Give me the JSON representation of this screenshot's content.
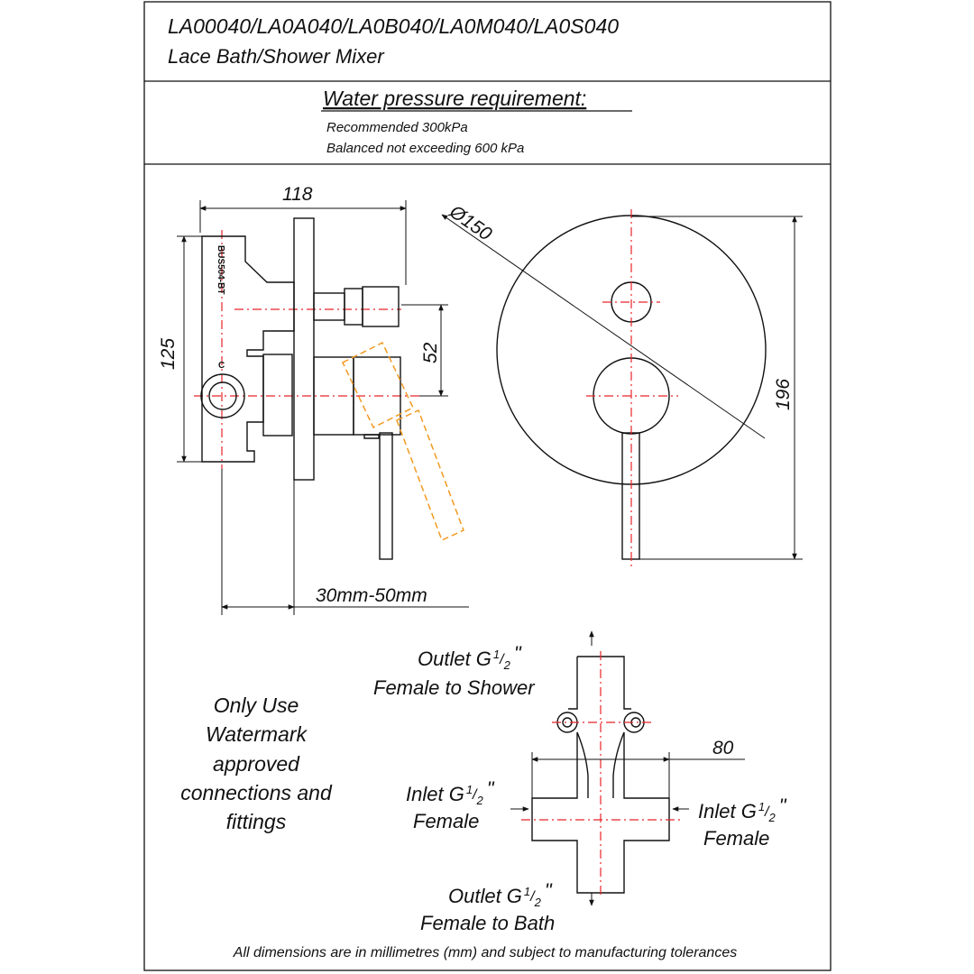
{
  "header": {
    "model_codes": "LA00040/LA0A040/LA0B040/LA0M040/LA0S040",
    "product_name": "Lace Bath/Shower Mixer"
  },
  "pressure": {
    "heading": "Water pressure requirement:",
    "recommended": "Recommended 300kPa",
    "balanced": "Balanced not exceeding 600 kPa"
  },
  "side_view": {
    "dim_width": "118",
    "dim_height": "125",
    "dim_outlet_offset": "52",
    "dim_wall_depth": "30mm-50mm",
    "body_marking": "BUS504-BT",
    "cold_marker": "C"
  },
  "front_view": {
    "dim_diameter": "Ø150",
    "dim_height": "196"
  },
  "connections": {
    "outlet_shower": {
      "l1": "Outlet G",
      "num": "1",
      "den": "2",
      "quote": "\"",
      "l2": "Female to Shower"
    },
    "inlet_left": {
      "l1": "Inlet G",
      "num": "1",
      "den": "2",
      "quote": "\"",
      "l2": "Female"
    },
    "inlet_right": {
      "l1": "Inlet G",
      "num": "1",
      "den": "2",
      "quote": "\"",
      "l2": "Female"
    },
    "outlet_bath": {
      "l1": "Outlet G",
      "num": "1",
      "den": "2",
      "quote": "\"",
      "l2": "Female to Bath"
    },
    "dim_inlet_spacing": "80"
  },
  "watermark_note": [
    "Only Use",
    "Watermark",
    "approved",
    "connections and",
    "fittings"
  ],
  "footer": "All dimensions are in millimetres (mm) and subject to manufacturing tolerances",
  "colors": {
    "line": "#111111",
    "centerline": "#e8242a",
    "handle_alt": "#f39a22"
  }
}
